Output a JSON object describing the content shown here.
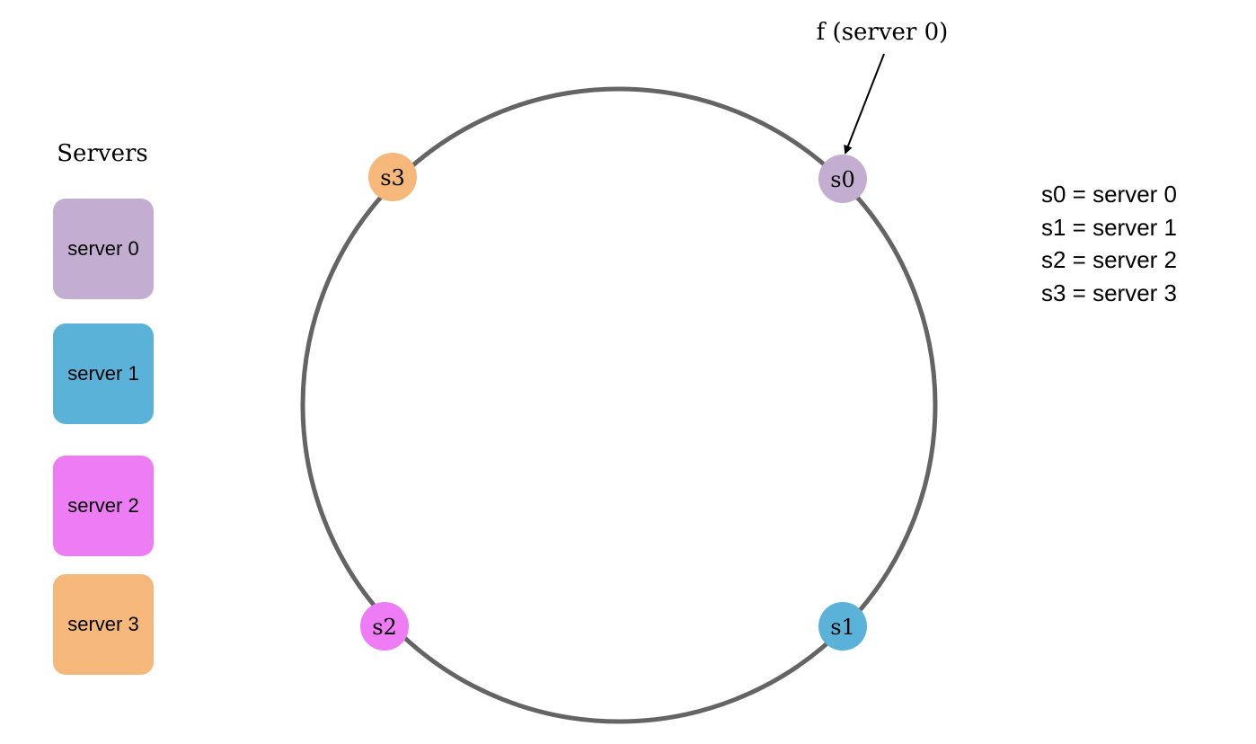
{
  "servers_panel": {
    "title": "Servers",
    "items": [
      {
        "label": "server 0",
        "color": "#c3aed2"
      },
      {
        "label": "server 1",
        "color": "#5ab2d9"
      },
      {
        "label": "server 2",
        "color": "#ee7df5"
      },
      {
        "label": "server 3",
        "color": "#f5b87a"
      }
    ]
  },
  "ring": {
    "stroke_color": "#646464",
    "nodes": [
      {
        "label": "s0",
        "color": "#c3aed2"
      },
      {
        "label": "s1",
        "color": "#5ab2d9"
      },
      {
        "label": "s2",
        "color": "#ee7df5"
      },
      {
        "label": "s3",
        "color": "#f5b87a"
      }
    ]
  },
  "annotation": {
    "label": "f (server 0)"
  },
  "legend": {
    "lines": [
      "s0 = server 0",
      "s1 = server 1",
      "s2 = server 2",
      "s3 = server 3"
    ]
  }
}
